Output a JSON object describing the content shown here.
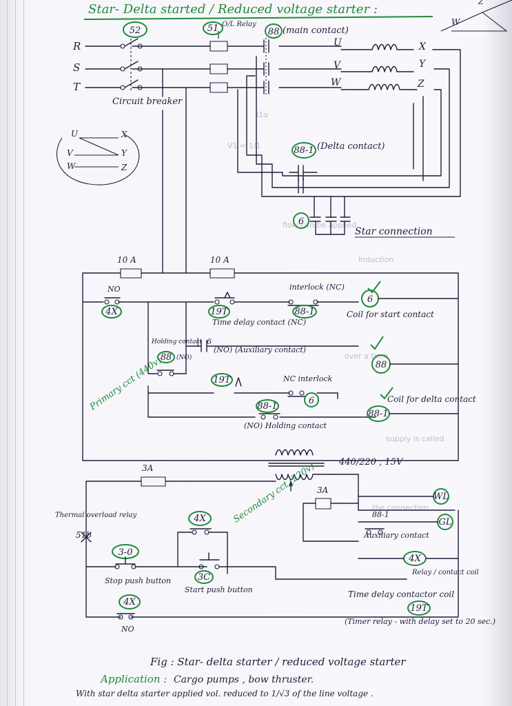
{
  "title": "Star- Delta started / Reduced voltage starter :",
  "circuit_breaker": {
    "tag": "52",
    "label": "Circuit breaker"
  },
  "phases": [
    "R",
    "S",
    "T"
  ],
  "motor": {
    "terminals_start": [
      "U",
      "V",
      "W"
    ],
    "terminals_end": [
      "X",
      "Y",
      "Z"
    ],
    "corner_labels": [
      "W",
      "Z"
    ]
  },
  "overload_relay": {
    "tag": "51",
    "label": "O/L Relay"
  },
  "main_contact": {
    "tag": "88",
    "label": "(main contact)"
  },
  "delta_contact": {
    "tag": "88-1",
    "label": "(Delta contact)"
  },
  "star_contact": {
    "tag": "6",
    "label": "Star connection"
  },
  "winding_sketch": {
    "left": [
      "U",
      "V",
      "W"
    ],
    "right": [
      "X",
      "Y",
      "Z"
    ]
  },
  "fuses": {
    "primary_left": "10 A",
    "primary_right": "10 A",
    "secondary": "3A",
    "secondary_right": "3A"
  },
  "primary_circuit": {
    "label": "Primary cct (440v)",
    "no_contact": "NO",
    "no_tag": "4X",
    "timer_contact": {
      "tag": "19T",
      "label": "Time delay contact (NC)"
    },
    "holding_contact": {
      "tag": "88",
      "state": "(NO)",
      "label": "Holding contact"
    },
    "aux_contact": {
      "tag": "6",
      "label": "(NO) (Auxiliary contact)"
    },
    "interlock_nc": {
      "tag": "88-1",
      "label": "interlock (NC)"
    },
    "start_coil": {
      "tag": "6",
      "label": "Coil for start contact"
    },
    "main_coil": {
      "tag": "88"
    },
    "timer_contact_2": {
      "tag": "19T",
      "label": "NC  interlock"
    },
    "interlock_tag": "6",
    "delta_holding": {
      "tag": "88-1",
      "label": "(NO) Holding contact"
    },
    "delta_coil": {
      "tag": "88-1",
      "label": "Coil for delta contact"
    }
  },
  "transformer": {
    "label": "440/220 , 15V"
  },
  "secondary_circuit": {
    "label": "Secondary cct (220v)",
    "thermal_relay": {
      "label": "Thermal overload relay",
      "tag": "51b"
    },
    "stop_button": {
      "tag": "3-0",
      "label": "Stop push button"
    },
    "start_button": {
      "tag": "3C",
      "label": "Start push button"
    },
    "contact_4x_upper": "4X",
    "contact_4x_lower": "4X",
    "no_label": "NO",
    "lamps": [
      "WL",
      "GL"
    ],
    "aux_contact": {
      "tag": "88-1",
      "label": "Auxiliary contact"
    },
    "relay_coil": {
      "tag": "4X",
      "label": "Relay / contact coil"
    },
    "timer_coil": {
      "tag": "19T",
      "label": "Time delay contactor coil"
    },
    "timer_note": "(Timer relay - with delay set to 20 sec.)"
  },
  "caption": "Fig : Star- delta starter / reduced voltage starter",
  "application": {
    "heading": "Application :",
    "text": "Cargo pumps , bow thruster.",
    "note": "With star delta starter applied vol. reduced to 1/√3 of the line voltage ."
  },
  "colors": {
    "ink": "#1e1e3a",
    "green": "#1f8a3a",
    "paper": "#f8f7fb"
  }
}
